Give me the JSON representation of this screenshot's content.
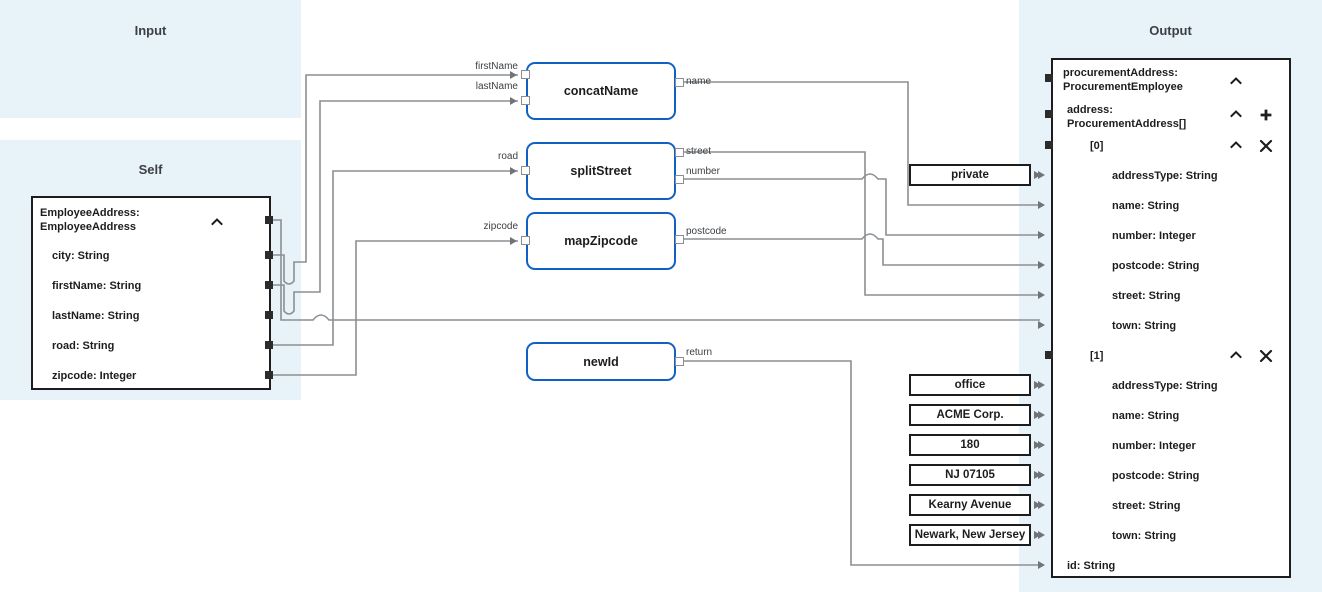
{
  "panels": {
    "input": {
      "title": "Input"
    },
    "self": {
      "title": "Self"
    },
    "output": {
      "title": "Output"
    }
  },
  "self_schema": {
    "header": "EmployeeAddress:\nEmployeeAddress",
    "collapse_icon": "chevron-up-icon",
    "fields": [
      {
        "label": "city: String"
      },
      {
        "label": "firstName: String"
      },
      {
        "label": "lastName: String"
      },
      {
        "label": "road: String"
      },
      {
        "label": "zipcode: Integer"
      }
    ]
  },
  "functions": [
    {
      "name": "concatName",
      "inputs": [
        "firstName",
        "lastName"
      ],
      "outputs": [
        "name"
      ]
    },
    {
      "name": "splitStreet",
      "inputs": [
        "road"
      ],
      "outputs": [
        "street",
        "number"
      ]
    },
    {
      "name": "mapZipcode",
      "inputs": [
        "zipcode"
      ],
      "outputs": [
        "postcode"
      ]
    },
    {
      "name": "newId",
      "inputs": [],
      "outputs": [
        "return"
      ]
    }
  ],
  "constants": [
    {
      "value": "private"
    },
    {
      "value": "office"
    },
    {
      "value": "ACME Corp."
    },
    {
      "value": "180"
    },
    {
      "value": "NJ 07105"
    },
    {
      "value": "Kearny Avenue"
    },
    {
      "value": "Newark, New Jersey"
    }
  ],
  "output_schema": {
    "header": "procurementAddress:\nProcurementEmployee",
    "rows": [
      {
        "label": "address:\nProcurementAddress[]",
        "indent": 1,
        "icons": [
          "chevron-up-icon",
          "plus-icon"
        ]
      },
      {
        "label": "[0]",
        "indent": 2,
        "icons": [
          "chevron-up-icon",
          "close-icon"
        ]
      },
      {
        "label": "addressType: String",
        "indent": 3,
        "icons": []
      },
      {
        "label": "name: String",
        "indent": 3,
        "icons": []
      },
      {
        "label": "number: Integer",
        "indent": 3,
        "icons": []
      },
      {
        "label": "postcode: String",
        "indent": 3,
        "icons": []
      },
      {
        "label": "street: String",
        "indent": 3,
        "icons": []
      },
      {
        "label": "town: String",
        "indent": 3,
        "icons": []
      },
      {
        "label": "[1]",
        "indent": 2,
        "icons": [
          "chevron-up-icon",
          "close-icon"
        ]
      },
      {
        "label": "addressType: String",
        "indent": 3,
        "icons": []
      },
      {
        "label": "name: String",
        "indent": 3,
        "icons": []
      },
      {
        "label": "number: Integer",
        "indent": 3,
        "icons": []
      },
      {
        "label": "postcode: String",
        "indent": 3,
        "icons": []
      },
      {
        "label": "street: String",
        "indent": 3,
        "icons": []
      },
      {
        "label": "town: String",
        "indent": 3,
        "icons": []
      },
      {
        "label": "id: String",
        "indent": 1,
        "icons": []
      }
    ],
    "header_icons": [
      "chevron-up-icon"
    ]
  },
  "colors": {
    "panel_bg": "#e8f2f9",
    "node_border": "#1161c4",
    "box_border": "#1d1d1d",
    "wire": "#8b8f93",
    "text": "#1d1d1d"
  }
}
